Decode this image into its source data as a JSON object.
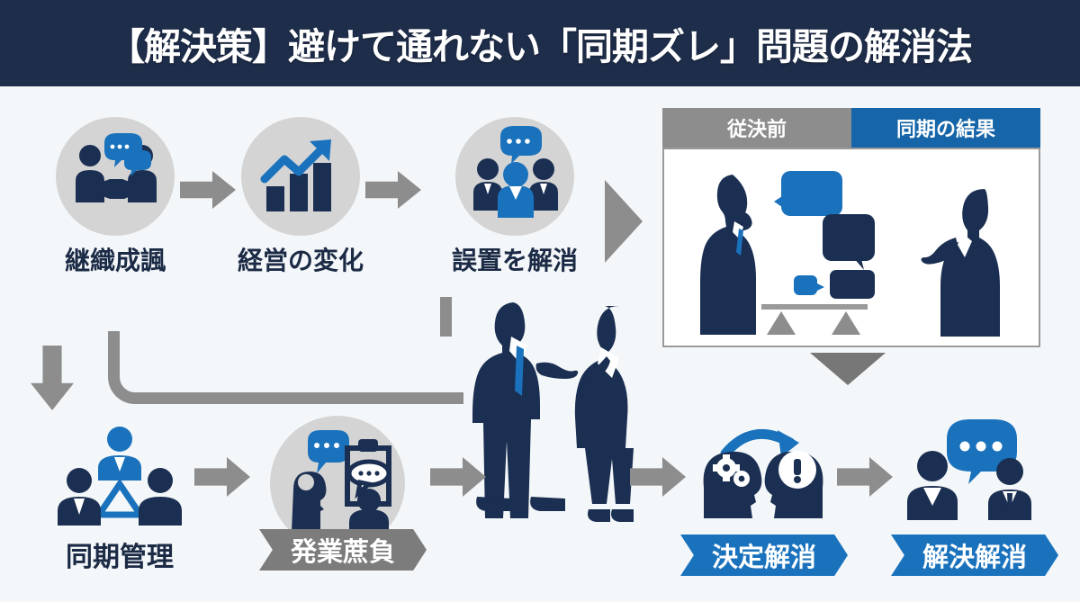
{
  "header": {
    "title": "【解決策】避けて通れない「同期ズレ」問題の解消法",
    "bg_color": "#1e2d4a"
  },
  "colors": {
    "background": "#f4f7f9",
    "navy": "#1b2f52",
    "blue": "#1a72bd",
    "blue_dark": "#1565a8",
    "gray": "#8d8d8d",
    "circle_gray": "#d4d4d4",
    "banner_gray": "#7c7c7c",
    "label_text": "#1b2a45",
    "white": "#ffffff"
  },
  "top_row": {
    "steps": [
      {
        "label": "継織成諷",
        "icon": "handshake-chat-icon"
      },
      {
        "label": "経営の変化",
        "icon": "bar-chart-growth-icon"
      },
      {
        "label": "誤置を解消",
        "icon": "people-group-chat-icon"
      }
    ],
    "connectors": [
      {
        "icon": "arrow-right-icon"
      },
      {
        "icon": "arrow-right-icon"
      },
      {
        "icon": "triangle-right-icon"
      }
    ]
  },
  "panel": {
    "tabs": [
      {
        "label": "従決前",
        "style": "gray"
      },
      {
        "label": "同期の結果",
        "style": "blue"
      }
    ],
    "figures": [
      {
        "name": "thinking-businessman-silhouette"
      },
      {
        "name": "gesturing-businesswoman-silhouette"
      }
    ],
    "bubbles": [
      {
        "name": "speech-bubble-blue-large",
        "color": "#1a72bd"
      },
      {
        "name": "speech-bubble-navy-large",
        "color": "#1b2f52"
      },
      {
        "name": "speech-bubble-blue-small",
        "color": "#1a72bd"
      },
      {
        "name": "speech-bubble-navy-small",
        "color": "#1b2f52"
      }
    ],
    "balance": {
      "name": "balance-scale-icon",
      "markers": 2
    },
    "exit_arrow": {
      "icon": "triangle-down-icon"
    }
  },
  "center": {
    "figures": [
      {
        "name": "standing-businessman-silhouette"
      },
      {
        "name": "standing-businesswoman-silhouette"
      }
    ]
  },
  "flow_connectors": {
    "elbow": {
      "name": "elbow-connector"
    },
    "down_arrow": {
      "name": "arrow-down-icon"
    }
  },
  "bottom_row": {
    "steps": [
      {
        "label": "同期管理",
        "icon": "team-hierarchy-icon",
        "banner": "none"
      },
      {
        "label": "発業蔗負",
        "icon": "clipboard-discussion-icon",
        "banner": "gray"
      },
      {
        "label": "決定解消",
        "icon": "two-heads-gears-alert-icon",
        "banner": "blue"
      },
      {
        "label": "解決解消",
        "icon": "two-people-chat-icon",
        "banner": "blue"
      }
    ],
    "connectors": [
      {
        "icon": "arrow-right-icon"
      },
      {
        "icon": "arrow-right-icon"
      },
      {
        "icon": "arrow-right-icon"
      }
    ]
  }
}
